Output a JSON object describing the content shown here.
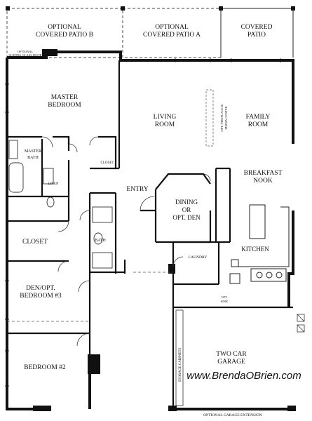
{
  "patio": {
    "optional_b": {
      "line1": "OPTIONAL",
      "line2": "COVERED PATIO  B"
    },
    "optional_a": {
      "line1": "OPTIONAL",
      "line2": "COVERED PATIO  A"
    },
    "covered": {
      "line1": "COVERED",
      "line2": "PATIO"
    },
    "sliding_door_note": {
      "line1": "OPTIONAL",
      "line2": "SLIDING GLASS DOOR"
    }
  },
  "rooms": {
    "master_bedroom": {
      "line1": "MASTER",
      "line2": "BEDROOM"
    },
    "master_bath": {
      "line1": "MASTER",
      "line2": "BATH"
    },
    "linen": "LINEN",
    "closet_small": "CLOSET",
    "closet": "CLOSET",
    "living_room": {
      "line1": "LIVING",
      "line2": "ROOM"
    },
    "family_room": {
      "line1": "FAMILY",
      "line2": "ROOM"
    },
    "fireplace_note": {
      "line1": "OPT. FIREPLACE &",
      "line2": "MEDIA CENTER"
    },
    "breakfast_nook": {
      "line1": "BREAKFAST",
      "line2": "NOOK"
    },
    "entry": "ENTRY",
    "dining": {
      "line1": "DINING",
      "line2": "OR",
      "line3": "OPT. DEN"
    },
    "bath": "BATH",
    "kitchen": "KITCHEN",
    "laundry": "LAUNDRY",
    "opt_sink": {
      "line1": "OPT.",
      "line2": "SINK"
    },
    "den": {
      "line1": "DEN/OPT.",
      "line2": "BEDROOM #3"
    },
    "bedroom2": "BEDROOM #2",
    "garage": {
      "line1": "TWO CAR",
      "line2": "GARAGE"
    },
    "storage": "STORAGE CABINETS",
    "garage_extension": "OPTIONAL GARAGE EXTENSION"
  },
  "watermark": "www.BrendaOBrien.com"
}
